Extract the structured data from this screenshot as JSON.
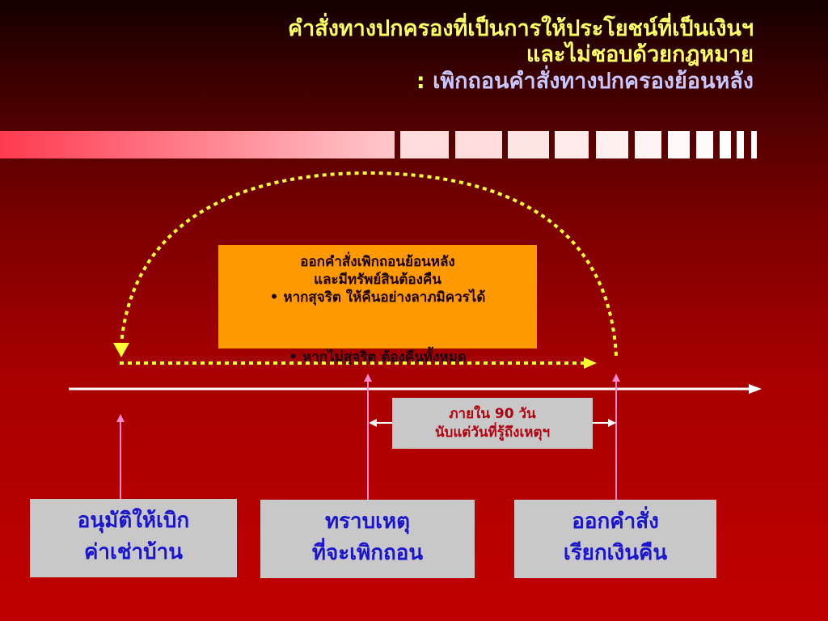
{
  "title": {
    "line1": "คำสั่งทางปกครองที่เป็นการให้ประโยชน์ที่เป็นเงินฯ",
    "line2": "และไม่ชอบด้วยกฎหมาย",
    "colon": ": ",
    "line3": "เพิกถอนคำสั่งทางปกครองย้อนหลัง"
  },
  "center_box": {
    "line1": "ออกคำสั่งเพิกถอนย้อนหลัง",
    "line2": "และมีทรัพย์สินต้องคืน",
    "bullet1": "•   หากสุจริต ให้คืนอย่างลาภมิควรได้",
    "bullet2": "• หากไม่สุจริต ต้องคืนทั้งหมด"
  },
  "period_box": {
    "line1": "ภายใน 90 วัน",
    "line2": "นับแต่วันที่รู้ถึงเหตุฯ"
  },
  "events": {
    "approve": {
      "line1": "อนุมัติให้เบิก",
      "line2": "ค่าเช่าบ้าน"
    },
    "known": {
      "line1": "ทราบเหตุ",
      "line2": "ที่จะเพิกถอน"
    },
    "order": {
      "line1": "ออกคำสั่ง",
      "line2": "เรียกเงินคืน"
    }
  },
  "colors": {
    "title": "#ffff66",
    "subtitle": "#c8c8ff",
    "dotted_arc": "#ffff33",
    "orange_box": "#ff9900",
    "grey_box": "#c8c8c8",
    "event_text": "#1a14cc",
    "period_text": "#b00010",
    "pointer_lines": "#ff88cc"
  }
}
